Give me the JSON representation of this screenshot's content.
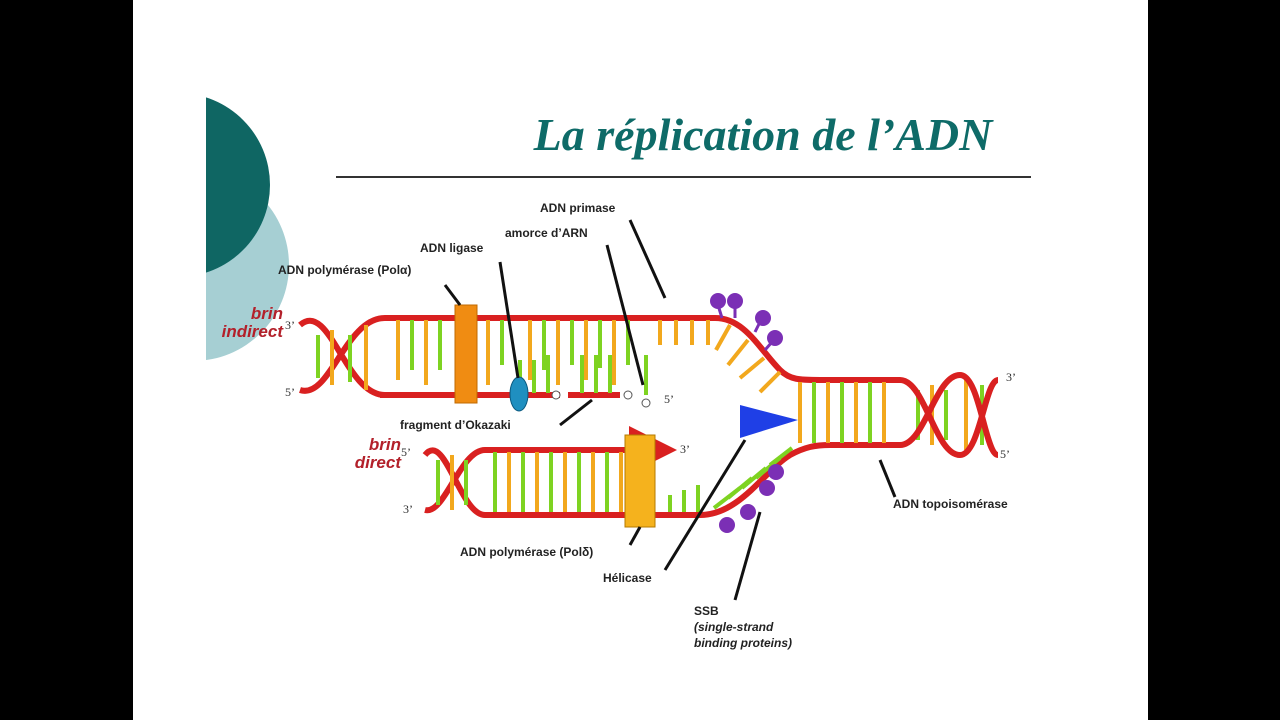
{
  "slide": {
    "title": "La réplication de l’ADN",
    "accent_colors": {
      "teal_dark": "#0f6663",
      "teal_light": "#a6cfd3",
      "title": "#0e6b68"
    }
  },
  "diagram": {
    "strand_labels": {
      "indirect": [
        "brin",
        "indirect"
      ],
      "direct": [
        "brin",
        "direct"
      ]
    },
    "labels": {
      "primase": "ADN primase",
      "rna_primer": "amorce d’ARN",
      "ligase": "ADN ligase",
      "pol_alpha": "ADN polymérase (Polα)",
      "okazaki": "fragment d’Okazaki",
      "pol_delta": "ADN polymérase (Polδ)",
      "helicase": "Hélicase",
      "topo": "ADN topoisomérase",
      "ssb": "SSB",
      "ssb_desc_1": "(single-strand",
      "ssb_desc_2": "binding proteins)"
    },
    "ends": {
      "top_left_3": "3’",
      "top_left_5": "5’",
      "primer_5": "5’",
      "bottom_left_5": "5’",
      "bottom_left_3": "3’",
      "arrow_3": "3’",
      "right_3": "3’",
      "right_5": "5’"
    },
    "colors": {
      "backbone": "#d92020",
      "base_green": "#7ed321",
      "base_orange": "#f2a81d",
      "protein_purple": "#7b2fb5",
      "helicase_blue": "#1f3fe6"
    }
  }
}
